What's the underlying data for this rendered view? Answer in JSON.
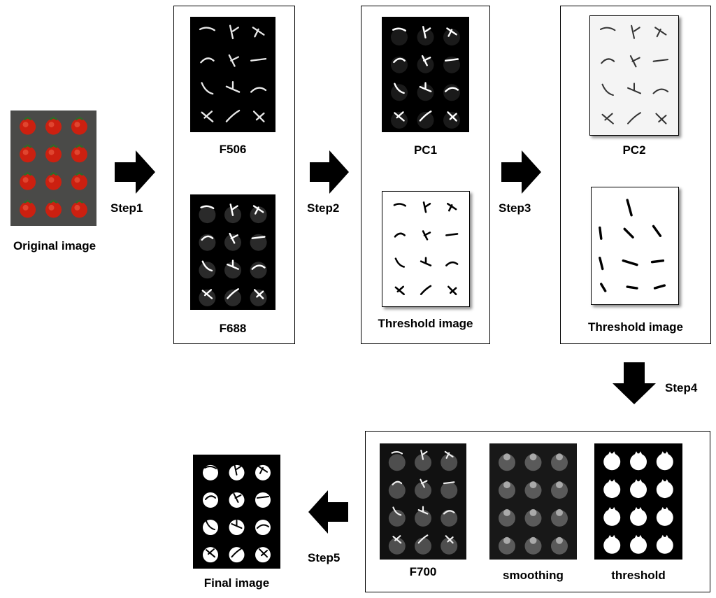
{
  "original": {
    "caption": "Original image"
  },
  "steps": {
    "step1": "Step1",
    "step2": "Step2",
    "step3": "Step3",
    "step4": "Step4",
    "step5": "Step5"
  },
  "panel1": {
    "top_caption": "F506",
    "bottom_caption": "F688"
  },
  "panel2": {
    "top_caption": "PC1",
    "bottom_caption": "Threshold image"
  },
  "panel3": {
    "top_caption": "PC2",
    "bottom_caption": "Threshold image"
  },
  "panel4": {
    "caption_a": "F700",
    "caption_b": "smoothing",
    "caption_c": "threshold"
  },
  "final": {
    "caption": "Final image"
  }
}
